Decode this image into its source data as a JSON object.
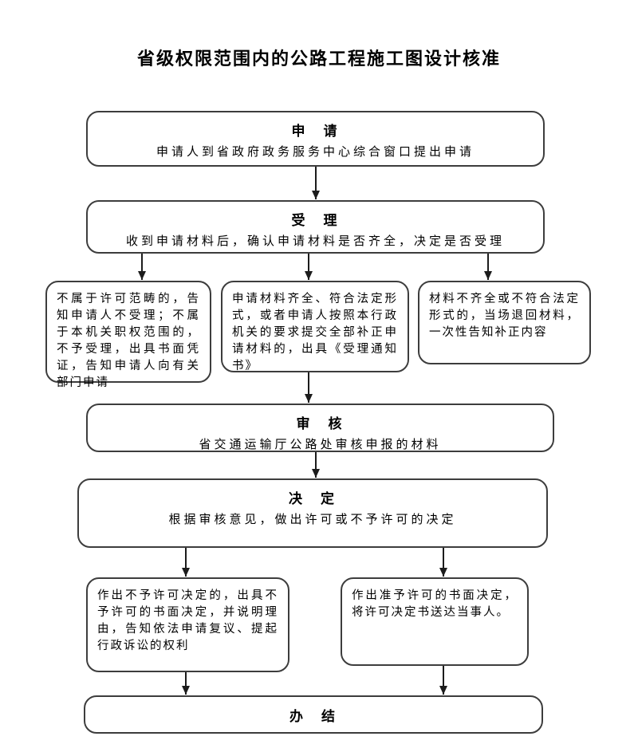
{
  "title": "省级权限范围内的公路工程施工图设计核准",
  "nodes": {
    "apply": {
      "heading": "申　请",
      "desc": "申请人到省政府政务服务中心综合窗口提出申请"
    },
    "accept": {
      "heading": "受　理",
      "desc": "收到申请材料后，确认申请材料是否齐全，决定是否受理"
    },
    "not_accepted": {
      "text": "不属于许可范畴的，告知申请人不受理；不属于本机关职权范围的，不予受理，出具书面凭证，告知申请人向有关部门申请"
    },
    "accepted": {
      "text": "申请材料齐全、符合法定形式，或者申请人按照本行政机关的要求提交全部补正申请材料的，出具《受理通知书》"
    },
    "incomplete": {
      "text": "材料不齐全或不符合法定形式的，当场退回材料，一次性告知补正内容"
    },
    "review": {
      "heading": "审　核",
      "desc": "省交通运输厅公路处审核申报的材料"
    },
    "decide": {
      "heading": "决　定",
      "desc": "根据审核意见，做出许可或不予许可的决定"
    },
    "deny": {
      "text": "作出不予许可决定的，出具不予许可的书面决定，并说明理由，告知依法申请复议、提起行政诉讼的权利"
    },
    "grant": {
      "text": "作出准予许可的书面决定，将许可决定书送达当事人。"
    },
    "finish": {
      "heading": "办　结"
    }
  },
  "colors": {
    "border": "#3d3d3d",
    "text": "#000000",
    "background": "#ffffff"
  }
}
